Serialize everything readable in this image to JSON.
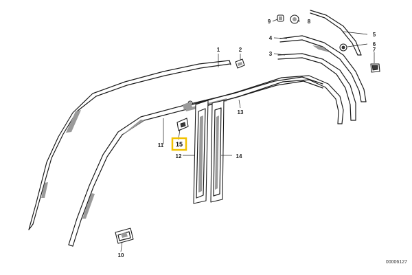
{
  "callouts": {
    "c1": "1",
    "c2": "2",
    "c3": "3",
    "c4": "4",
    "c5": "5",
    "c6": "6",
    "c7": "7",
    "c8": "8",
    "c9": "9",
    "c10": "10",
    "c11": "11",
    "c12": "12",
    "c13": "13",
    "c14": "14",
    "c15": "15"
  },
  "highlight_color": "#f2c200",
  "reference_number": "00006127"
}
